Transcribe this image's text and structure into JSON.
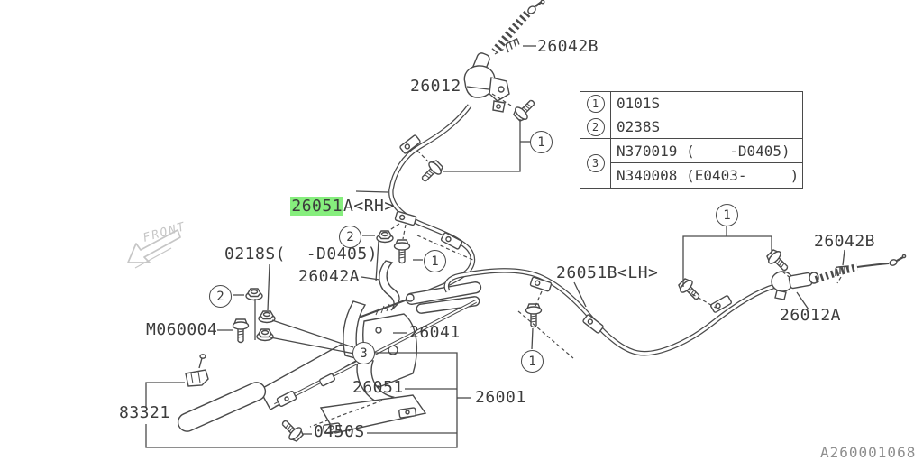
{
  "diagram": {
    "doc_number": "A260001068",
    "front_label": "FRONT",
    "colors": {
      "highlight": "#86ee7d",
      "line": "#4a4a4a",
      "label": "#3c3c3c",
      "front_arrow": "#c6c6c6"
    },
    "callout_symbols": {
      "c1": "1",
      "c2": "2",
      "c3": "3"
    },
    "labels": {
      "clip_top": "26042B",
      "junction": "26012",
      "cable_rh_highlight": "26051",
      "cable_rh_rest": "A<RH>",
      "nut_superseded": "0218S(  -D0405)",
      "guide_bracket": "26042A",
      "bolt": "M060004",
      "cable_end": "26041",
      "rod": "26051",
      "lever_assembly": "26001",
      "grip_clamp": "83321",
      "screw": "0450S",
      "cable_lh": "26051B<LH>",
      "clip_right": "26042B",
      "adjuster": "26012A"
    },
    "parts_table": {
      "rows": [
        {
          "callout": "1",
          "part": "0101S"
        },
        {
          "callout": "2",
          "part": "0238S"
        },
        {
          "callout": "3",
          "part": "N370019 (    -D0405)"
        },
        {
          "part": "N340008 (E0403-     )"
        }
      ]
    }
  }
}
